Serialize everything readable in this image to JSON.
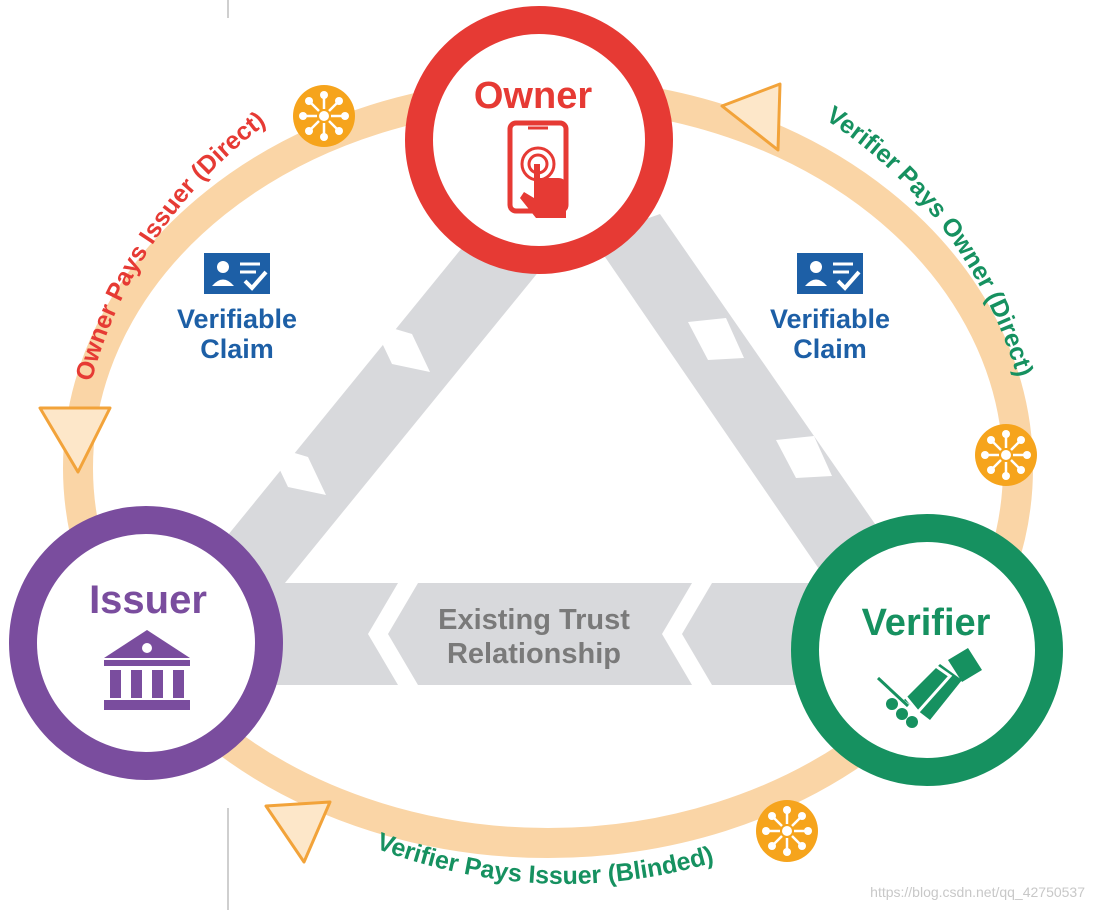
{
  "nodes": {
    "owner": {
      "title": "Owner",
      "color": "#e63a34",
      "icon": "touch-phone-icon"
    },
    "issuer": {
      "title": "Issuer",
      "color": "#7a4d9e",
      "icon": "bank-building-icon"
    },
    "verifier": {
      "title": "Verifier",
      "color": "#169160",
      "icon": "handshake-icon"
    }
  },
  "claims": {
    "left": {
      "line1": "Verifiable",
      "line2": "Claim",
      "icon": "id-card-check-icon"
    },
    "right": {
      "line1": "Verifiable",
      "line2": "Claim",
      "icon": "id-card-check-icon"
    }
  },
  "trust": {
    "line1": "Existing Trust",
    "line2": "Relationship"
  },
  "payments": {
    "owner_to_issuer": "Owner Pays Issuer (Direct)",
    "verifier_to_owner": "Verifier Pays Owner (Direct)",
    "verifier_to_issuer": "Verifier Pays Issuer (Blinded)"
  },
  "colors": {
    "ring": "#fad5a6",
    "token": "#f6a41c",
    "claim_blue": "#1d5fa6",
    "band_gray": "#d8d9dc",
    "owner_pay_text": "#e63a34",
    "verifier_pay_text": "#169160"
  },
  "watermark": "https://blog.csdn.net/qq_42750537"
}
